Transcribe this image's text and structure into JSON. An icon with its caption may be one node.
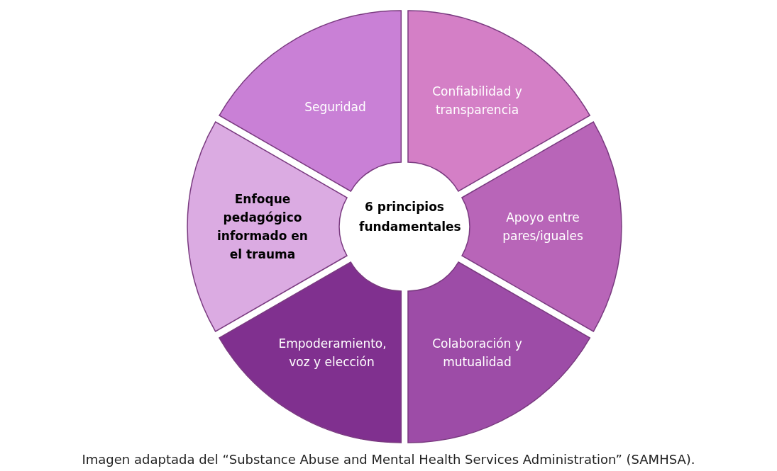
{
  "diagram": {
    "caption": "Imagen adaptada del “Substance Abuse and Mental Health Services Administration” (SAMHSA).",
    "nodes": [
      {
        "text": [
          "Seguridad"
        ]
      },
      {
        "text": [
          "Confiabilidad y transparencia"
        ]
      },
      {
        "text": [
          "Apoyo entre pares/iguales"
        ]
      },
      {
        "text": [
          "Colaboración y mutualidad"
        ]
      },
      {
        "text": [
          "Empoderamiento, voz y elección"
        ]
      },
      {
        "text": [
          "Enfoque pedagógico informado en el trauma"
        ]
      }
    ],
    "edges": [],
    "labels": [
      "6 principios fundamentales"
    ]
  }
}
